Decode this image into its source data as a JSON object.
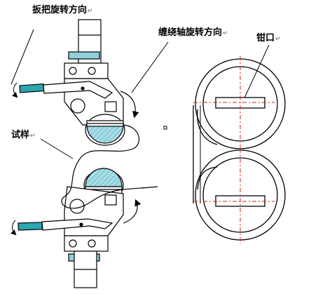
{
  "labels": {
    "handle_direction": "扳把旋转方向",
    "winding_axis_direction": "缠绕轴旋转方向",
    "jaw": "钳口",
    "specimen": "试样",
    "return_mark": "↵"
  },
  "colors": {
    "line": "#000000",
    "centerline": "#cc2222",
    "grip_fill": "#8fd1dc",
    "handle_tip": "#2aa7b0",
    "specimen_fill": "#ffffff"
  }
}
